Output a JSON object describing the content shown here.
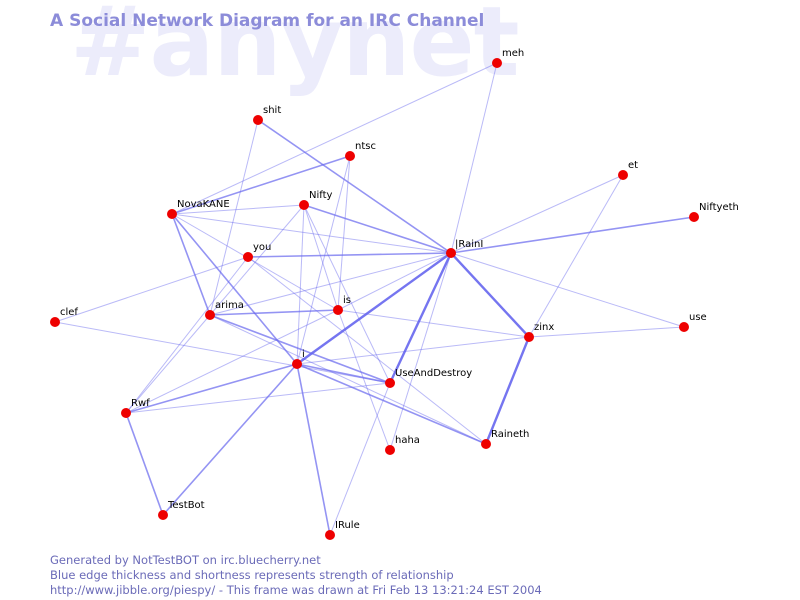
{
  "watermark": "#anynet",
  "title": "A Social Network Diagram for an IRC Channel",
  "footer": {
    "line1": "Generated by NotTestBOT on irc.bluecherry.net",
    "line2": "Blue edge thickness and shortness represents strength of relationship",
    "line3": "http://www.jibble.org/piespy/ - This frame was drawn at Fri Feb 13 13:21:24 EST 2004"
  },
  "colors": {
    "node": "#ee0000",
    "edge": "#6666ee",
    "title": "#8c8cd9",
    "watermark": "#ececfb",
    "footer": "#6b6bb8"
  },
  "nodes": [
    {
      "id": "meh",
      "label": "meh"
    },
    {
      "id": "shit",
      "label": "shit"
    },
    {
      "id": "ntsc",
      "label": "ntsc"
    },
    {
      "id": "et",
      "label": "et"
    },
    {
      "id": "NovaKANE",
      "label": "NovaKANE"
    },
    {
      "id": "Nifty",
      "label": "Nifty"
    },
    {
      "id": "Niftyeth",
      "label": "Niftyeth"
    },
    {
      "id": "you",
      "label": "you"
    },
    {
      "id": "IRainI",
      "label": "|RainI"
    },
    {
      "id": "clef",
      "label": "clef"
    },
    {
      "id": "arima",
      "label": "arima"
    },
    {
      "id": "is",
      "label": "is"
    },
    {
      "id": "use",
      "label": "use"
    },
    {
      "id": "zinx",
      "label": "zinx"
    },
    {
      "id": "i",
      "label": "i"
    },
    {
      "id": "UseAndDestroy",
      "label": "UseAndDestroy"
    },
    {
      "id": "Rwf",
      "label": "Rwf"
    },
    {
      "id": "Raineth",
      "label": "Raineth"
    },
    {
      "id": "haha",
      "label": "haha"
    },
    {
      "id": "TestBot",
      "label": "TestBot"
    },
    {
      "id": "IRule",
      "label": "IRule"
    }
  ],
  "edges": [
    {
      "source": "meh",
      "target": "IRainI",
      "weight": 1
    },
    {
      "source": "meh",
      "target": "NovaKANE",
      "weight": 1
    },
    {
      "source": "shit",
      "target": "IRainI",
      "weight": 2
    },
    {
      "source": "shit",
      "target": "arima",
      "weight": 1
    },
    {
      "source": "ntsc",
      "target": "NovaKANE",
      "weight": 2
    },
    {
      "source": "ntsc",
      "target": "is",
      "weight": 1
    },
    {
      "source": "ntsc",
      "target": "i",
      "weight": 1
    },
    {
      "source": "et",
      "target": "IRainI",
      "weight": 1
    },
    {
      "source": "et",
      "target": "zinx",
      "weight": 1
    },
    {
      "source": "NovaKANE",
      "target": "Nifty",
      "weight": 1
    },
    {
      "source": "NovaKANE",
      "target": "IRainI",
      "weight": 1
    },
    {
      "source": "NovaKANE",
      "target": "arima",
      "weight": 2
    },
    {
      "source": "NovaKANE",
      "target": "i",
      "weight": 2
    },
    {
      "source": "NovaKANE",
      "target": "is",
      "weight": 1
    },
    {
      "source": "Nifty",
      "target": "IRainI",
      "weight": 2
    },
    {
      "source": "Nifty",
      "target": "arima",
      "weight": 1
    },
    {
      "source": "Nifty",
      "target": "is",
      "weight": 1
    },
    {
      "source": "Nifty",
      "target": "UseAndDestroy",
      "weight": 1
    },
    {
      "source": "Nifty",
      "target": "i",
      "weight": 1
    },
    {
      "source": "Niftyeth",
      "target": "IRainI",
      "weight": 2
    },
    {
      "source": "you",
      "target": "IRainI",
      "weight": 2
    },
    {
      "source": "you",
      "target": "clef",
      "weight": 1
    },
    {
      "source": "you",
      "target": "Raineth",
      "weight": 1
    },
    {
      "source": "you",
      "target": "Rwf",
      "weight": 1
    },
    {
      "source": "IRainI",
      "target": "i",
      "weight": 3
    },
    {
      "source": "IRainI",
      "target": "UseAndDestroy",
      "weight": 3
    },
    {
      "source": "IRainI",
      "target": "zinx",
      "weight": 3
    },
    {
      "source": "IRainI",
      "target": "use",
      "weight": 1
    },
    {
      "source": "IRainI",
      "target": "arima",
      "weight": 1
    },
    {
      "source": "IRainI",
      "target": "haha",
      "weight": 1
    },
    {
      "source": "IRainI",
      "target": "is",
      "weight": 1
    },
    {
      "source": "clef",
      "target": "UseAndDestroy",
      "weight": 1
    },
    {
      "source": "arima",
      "target": "is",
      "weight": 2
    },
    {
      "source": "arima",
      "target": "UseAndDestroy",
      "weight": 2
    },
    {
      "source": "arima",
      "target": "Raineth",
      "weight": 1
    },
    {
      "source": "arima",
      "target": "Rwf",
      "weight": 1
    },
    {
      "source": "is",
      "target": "zinx",
      "weight": 1
    },
    {
      "source": "is",
      "target": "haha",
      "weight": 1
    },
    {
      "source": "is",
      "target": "Rwf",
      "weight": 1
    },
    {
      "source": "use",
      "target": "zinx",
      "weight": 1
    },
    {
      "source": "zinx",
      "target": "i",
      "weight": 1
    },
    {
      "source": "zinx",
      "target": "Raineth",
      "weight": 3
    },
    {
      "source": "i",
      "target": "UseAndDestroy",
      "weight": 2
    },
    {
      "source": "i",
      "target": "Raineth",
      "weight": 2
    },
    {
      "source": "i",
      "target": "Rwf",
      "weight": 2
    },
    {
      "source": "i",
      "target": "TestBot",
      "weight": 2
    },
    {
      "source": "i",
      "target": "IRule",
      "weight": 2
    },
    {
      "source": "UseAndDestroy",
      "target": "IRule",
      "weight": 1
    },
    {
      "source": "UseAndDestroy",
      "target": "Rwf",
      "weight": 1
    },
    {
      "source": "Rwf",
      "target": "TestBot",
      "weight": 2
    }
  ]
}
